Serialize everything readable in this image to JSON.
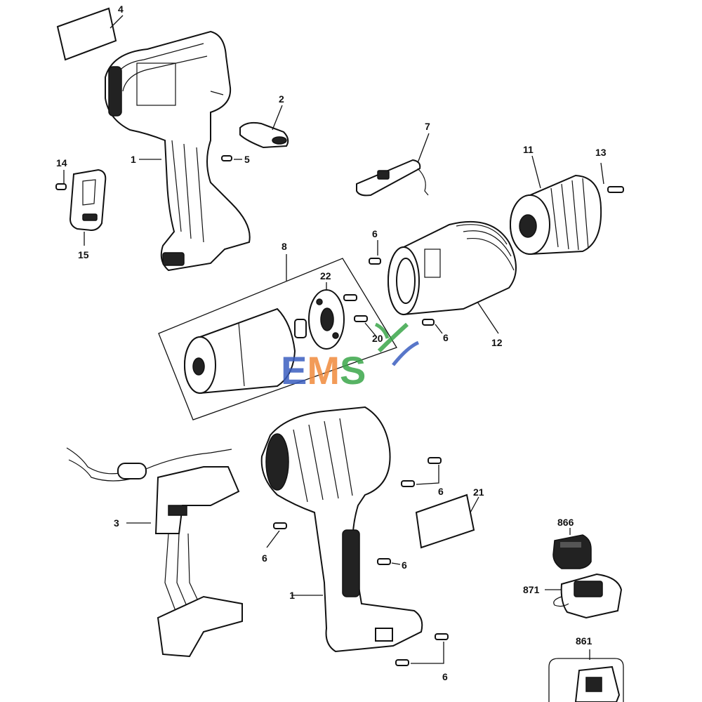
{
  "diagram": {
    "callouts": {
      "c4": "4",
      "c2": "2",
      "c1_top": "1",
      "c5": "5",
      "c14": "14",
      "c15": "15",
      "c7": "7",
      "c11": "11",
      "c13": "13",
      "c6_a": "6",
      "c8": "8",
      "c22": "22",
      "c20": "20",
      "c6_b": "6",
      "c12": "12",
      "c3": "3",
      "c6_c": "6",
      "c21": "21",
      "c6_d": "6",
      "c6_e": "6",
      "c1_bottom": "1",
      "c6_f": "6",
      "c866": "866",
      "c871": "871",
      "c861": "861"
    },
    "watermark": {
      "text": "EMS"
    },
    "colors": {
      "line": "#111111",
      "watermark_blue": "#3b5fc0",
      "watermark_orange": "#f08a3c",
      "watermark_green": "#3aa64a"
    }
  }
}
